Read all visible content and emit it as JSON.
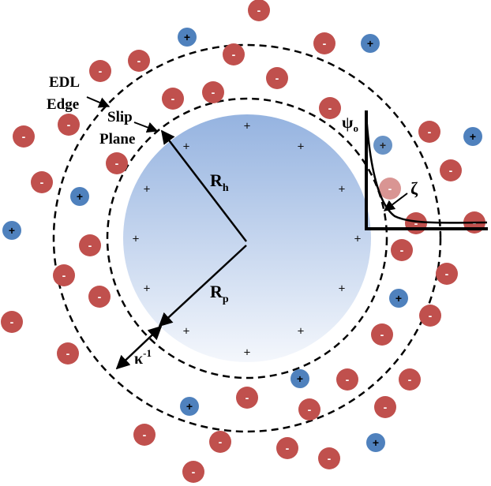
{
  "labels": {
    "edl_line1": "EDL",
    "edl_line2": "Edge",
    "slip_line1": "Slip",
    "slip_line2": "Plane",
    "rh_main": "R",
    "rh_sub": "h",
    "rp_main": "R",
    "rp_sub": "p",
    "kappa_main": "κ",
    "kappa_sup": "-1",
    "psi_main": "ψ",
    "psi_sub": "o",
    "zeta": "ζ"
  },
  "signs": {
    "negative": "-",
    "positive": "+"
  },
  "colors": {
    "negative_ion": "#c0504d",
    "positive_ion": "#4f81bd",
    "core_top": "#95b3e0",
    "core_bottom": "#f4f7fc",
    "line": "#000000"
  }
}
